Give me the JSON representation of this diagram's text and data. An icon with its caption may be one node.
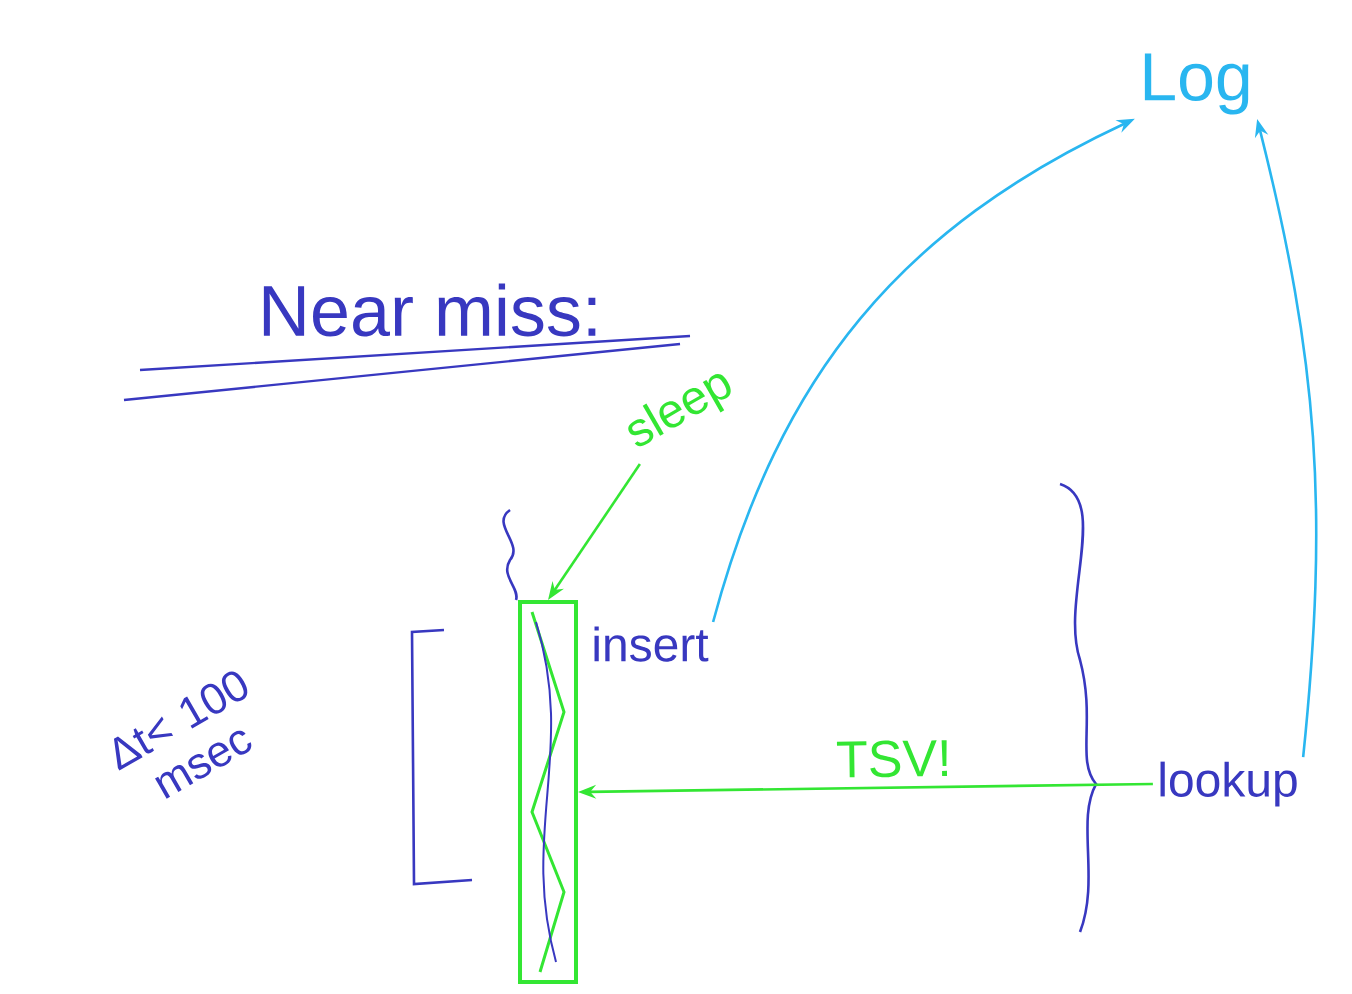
{
  "diagram": {
    "title": "Near miss:",
    "nodes": [
      {
        "text": [
          "Log"
        ]
      },
      {
        "text": [
          "sleep"
        ]
      },
      {
        "text": [
          "insert"
        ]
      },
      {
        "text": [],
        "shape": "bar"
      },
      {
        "text": [
          "lookup"
        ]
      }
    ],
    "edges": [
      {
        "from": 2,
        "to": 0,
        "arrow": "to",
        "color": "#29b6f0"
      },
      {
        "from": 4,
        "to": 0,
        "arrow": "to",
        "color": "#29b6f0"
      },
      {
        "from": 1,
        "to": 3,
        "arrow": "to",
        "color": "#33e633"
      },
      {
        "from": 4,
        "to": 3,
        "arrow": "to",
        "label": "TSV!",
        "color": "#33e633"
      }
    ],
    "labels": [
      "Δt< 100 msec"
    ]
  }
}
